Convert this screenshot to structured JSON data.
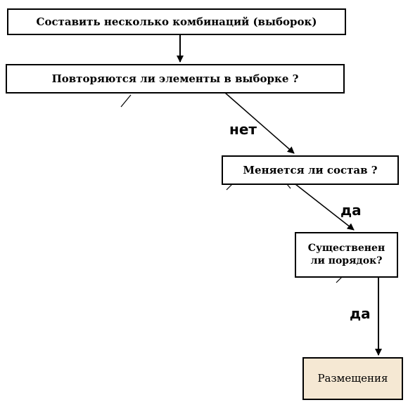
{
  "diagram": {
    "nodes": {
      "make_combinations": "Составить несколько комбинаций (выборок)",
      "elements_repeat": "Повторяются ли элементы в выборке ?",
      "composition_changes": "Меняется ли состав ?",
      "order_matters": "Существенен ли порядок?",
      "placements": "Размещения"
    },
    "edge_labels": {
      "no": "нет",
      "yes_1": "да",
      "yes_2": "да"
    },
    "colors": {
      "result_fill": "#f5e8d3",
      "stroke": "#000000"
    }
  }
}
